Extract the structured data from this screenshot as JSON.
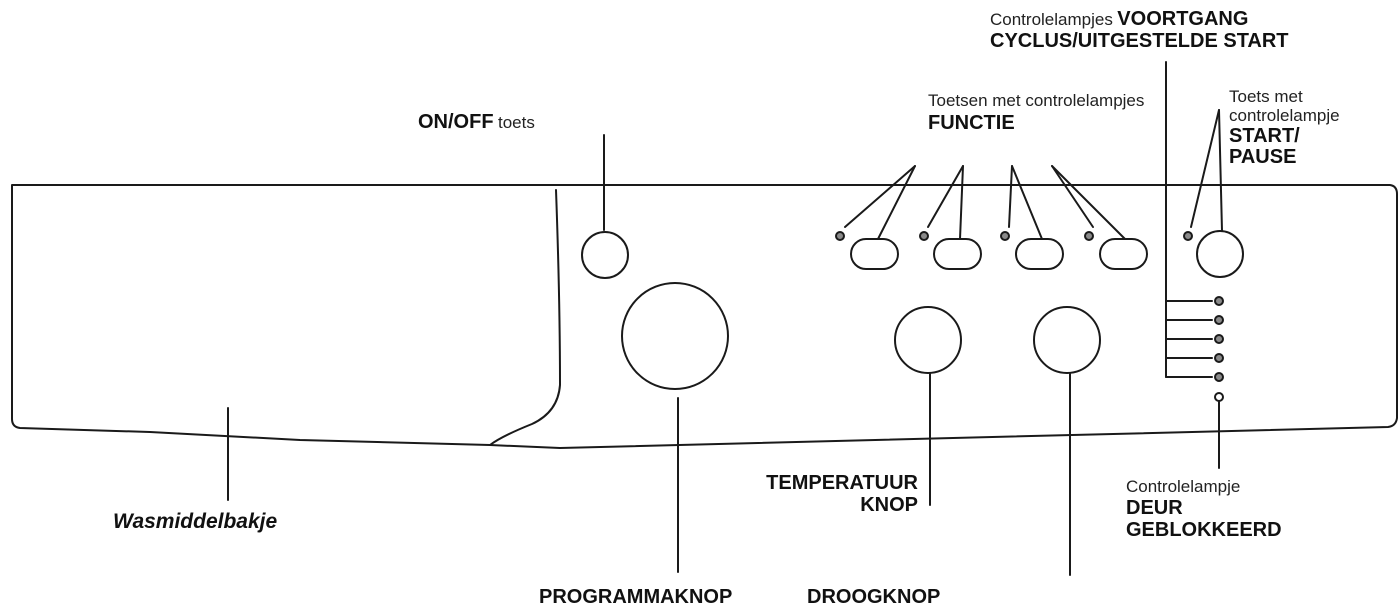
{
  "labels": {
    "on_off": {
      "bold": "ON/OFF",
      "thin": "toets"
    },
    "function_keys": {
      "thin": "Toetsen met controlelampjes",
      "bold": "FUNCTIE"
    },
    "progress": {
      "thin": "Controlelampjes",
      "bold_1": "VOORTGANG",
      "bold_2": "CYCLUS/UITGESTELDE START"
    },
    "start_pause": {
      "thin_1": "Toets met",
      "thin_2": "controlelampje",
      "bold_1": "START/",
      "bold_2": "PAUSE"
    },
    "detergent": "Wasmiddelbakje",
    "temperature": {
      "line_1": "TEMPERATUUR",
      "line_2": "KNOP"
    },
    "program": "PROGRAMMAKNOP",
    "dryer": "DROOGKNOP",
    "door": {
      "thin": "Controlelampje",
      "bold_1": "DEUR",
      "bold_2": "GEBLOKKEERD"
    }
  },
  "colors": {
    "line": "#1a1a1a",
    "led_fill": "#8a8a8a",
    "background": "#ffffff"
  }
}
